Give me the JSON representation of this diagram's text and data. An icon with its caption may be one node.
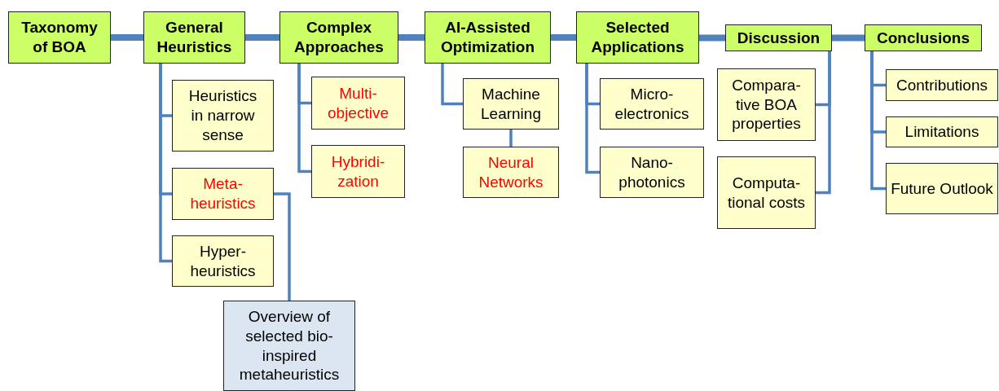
{
  "diagram": {
    "nodes": [
      {
        "text": [
          "Taxonomy of BOA"
        ]
      },
      {
        "text": [
          "General Heuristics"
        ]
      },
      {
        "text": [
          "Complex Approaches"
        ]
      },
      {
        "text": [
          "AI-Assisted Optimization"
        ]
      },
      {
        "text": [
          "Selected Applications"
        ]
      },
      {
        "text": [
          "Discussion"
        ]
      },
      {
        "text": [
          "Conclusions"
        ]
      },
      {
        "text": [
          "Heuristics in narrow sense"
        ]
      },
      {
        "text": [
          "Meta-heuristics"
        ]
      },
      {
        "text": [
          "Hyper-heuristics"
        ]
      },
      {
        "text": [
          "Overview of selected bio-inspired metaheuristics"
        ]
      },
      {
        "text": [
          "Multi-objective"
        ]
      },
      {
        "text": [
          "Hybridi-zation"
        ]
      },
      {
        "text": [
          "Machine Learning"
        ]
      },
      {
        "text": [
          "Neural Networks"
        ]
      },
      {
        "text": [
          "Micro-electronics"
        ]
      },
      {
        "text": [
          "Nano-photonics"
        ]
      },
      {
        "text": [
          "Compara-tive BOA properties"
        ]
      },
      {
        "text": [
          "Computa-tional costs"
        ]
      },
      {
        "text": [
          "Contributions"
        ]
      },
      {
        "text": [
          "Limitations"
        ]
      },
      {
        "text": [
          "Future Outlook"
        ]
      }
    ],
    "edges": [
      {
        "from": 0,
        "to": 1,
        "arrow": "none",
        "style": "thick"
      },
      {
        "from": 1,
        "to": 2,
        "arrow": "none",
        "style": "thick"
      },
      {
        "from": 2,
        "to": 3,
        "arrow": "none",
        "style": "thick"
      },
      {
        "from": 3,
        "to": 4,
        "arrow": "none",
        "style": "thick"
      },
      {
        "from": 4,
        "to": 5,
        "arrow": "none",
        "style": "thick"
      },
      {
        "from": 5,
        "to": 6,
        "arrow": "none",
        "style": "thick"
      },
      {
        "from": 1,
        "to": 7,
        "arrow": "none"
      },
      {
        "from": 1,
        "to": 8,
        "arrow": "none"
      },
      {
        "from": 1,
        "to": 9,
        "arrow": "none"
      },
      {
        "from": 8,
        "to": 10,
        "arrow": "none"
      },
      {
        "from": 2,
        "to": 11,
        "arrow": "none"
      },
      {
        "from": 2,
        "to": 12,
        "arrow": "none"
      },
      {
        "from": 3,
        "to": 13,
        "arrow": "none"
      },
      {
        "from": 13,
        "to": 14,
        "arrow": "none"
      },
      {
        "from": 4,
        "to": 15,
        "arrow": "none"
      },
      {
        "from": 4,
        "to": 16,
        "arrow": "none"
      },
      {
        "from": 5,
        "to": 17,
        "arrow": "none"
      },
      {
        "from": 5,
        "to": 18,
        "arrow": "none"
      },
      {
        "from": 6,
        "to": 19,
        "arrow": "none"
      },
      {
        "from": 6,
        "to": 20,
        "arrow": "none"
      },
      {
        "from": 6,
        "to": 21,
        "arrow": "none"
      }
    ]
  }
}
